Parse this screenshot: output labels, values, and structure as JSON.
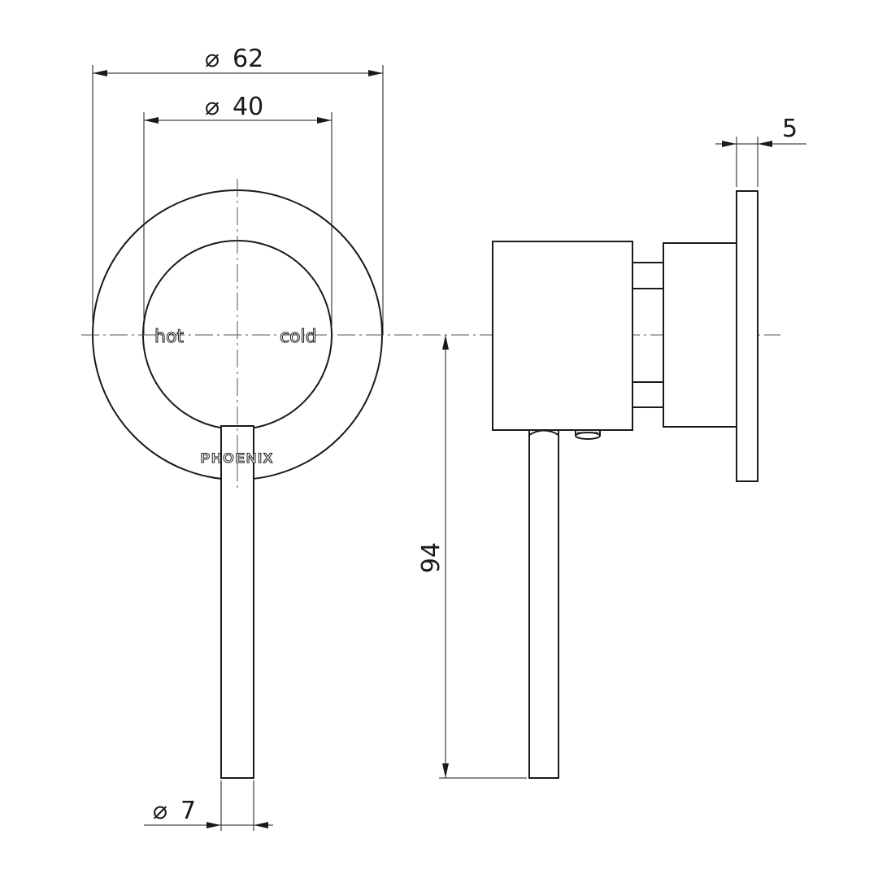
{
  "dimensions": {
    "outer_diameter": "62",
    "inner_diameter": "40",
    "lever_diameter": "7",
    "plate_thickness": "5",
    "lever_length": "94"
  },
  "labels": {
    "hot": "hot",
    "cold": "cold",
    "brand": "PHOENIX"
  },
  "diameter_symbol": "⌀"
}
